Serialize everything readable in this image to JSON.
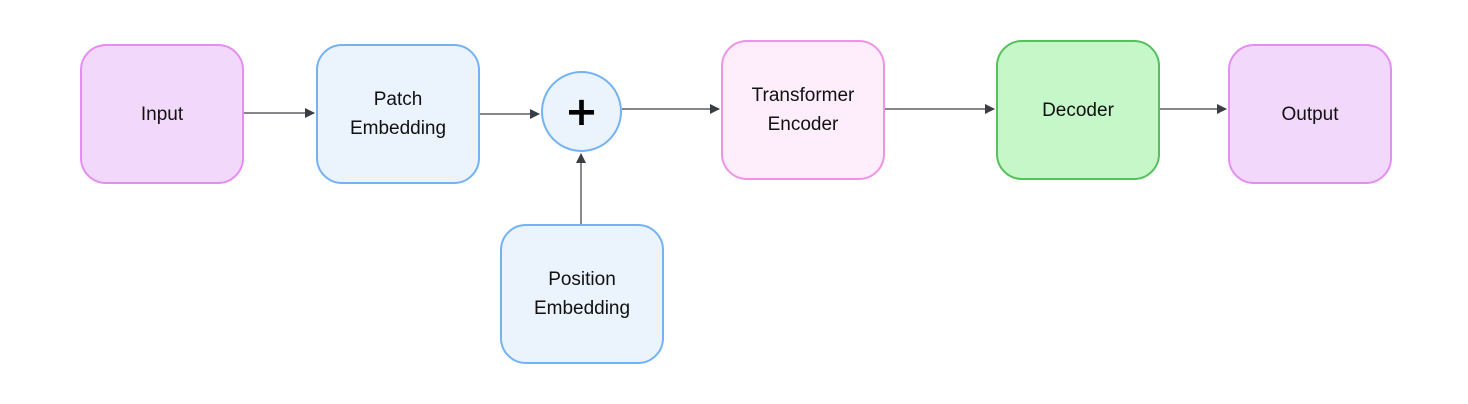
{
  "diagram": {
    "nodes": {
      "input": {
        "label": "Input"
      },
      "patch_embedding": {
        "label": "Patch\nEmbedding"
      },
      "plus": {
        "label": "+"
      },
      "position_embedding": {
        "label": "Position\nEmbedding"
      },
      "transformer_encoder": {
        "label": "Transformer\nEncoder"
      },
      "decoder": {
        "label": "Decoder"
      },
      "output": {
        "label": "Output"
      }
    },
    "colors": {
      "purple_fill": "#f2d8fb",
      "purple_stroke": "#e48ef2",
      "blue_fill": "#ebf3fd",
      "blue_stroke": "#74b3f2",
      "pink_fill": "#feeefb",
      "pink_stroke": "#ef93e6",
      "green_fill": "#c5f7c9",
      "green_stroke": "#55c05c",
      "edge": "#3a3d44"
    },
    "edges": [
      {
        "from": "input",
        "to": "patch_embedding"
      },
      {
        "from": "patch_embedding",
        "to": "plus"
      },
      {
        "from": "position_embedding",
        "to": "plus"
      },
      {
        "from": "plus",
        "to": "transformer_encoder"
      },
      {
        "from": "transformer_encoder",
        "to": "decoder"
      },
      {
        "from": "decoder",
        "to": "output"
      }
    ]
  }
}
